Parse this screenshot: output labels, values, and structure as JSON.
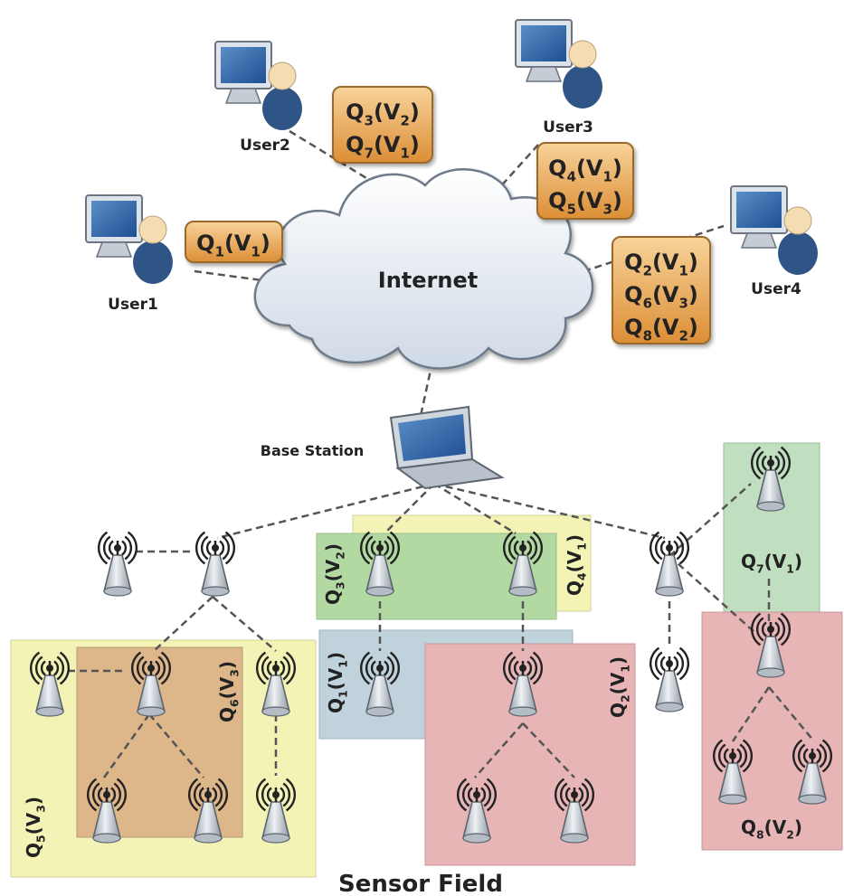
{
  "users": [
    {
      "id": "u1",
      "label": "User1"
    },
    {
      "id": "u2",
      "label": "User2"
    },
    {
      "id": "u3",
      "label": "User3"
    },
    {
      "id": "u4",
      "label": "User4"
    }
  ],
  "internet_label": "Internet",
  "base_station_label": "Base Station",
  "sensor_field_label": "Sensor Field",
  "user_queries": {
    "u1": [
      {
        "q": "1",
        "v": "1"
      }
    ],
    "u2": [
      {
        "q": "3",
        "v": "2"
      },
      {
        "q": "7",
        "v": "1"
      }
    ],
    "u3": [
      {
        "q": "4",
        "v": "1"
      },
      {
        "q": "5",
        "v": "3"
      }
    ],
    "u4": [
      {
        "q": "2",
        "v": "1"
      },
      {
        "q": "6",
        "v": "3"
      },
      {
        "q": "8",
        "v": "2"
      }
    ]
  },
  "regions": [
    {
      "id": "r-q5",
      "q": "5",
      "v": "3",
      "color": "#ecec8a"
    },
    {
      "id": "r-q6",
      "q": "6",
      "v": "3",
      "color": "#c98a44"
    },
    {
      "id": "r-q4",
      "q": "4",
      "v": "1",
      "color": "#ecec8a"
    },
    {
      "id": "r-q3",
      "q": "3",
      "v": "2",
      "color": "#86c26a"
    },
    {
      "id": "r-q1",
      "q": "1",
      "v": "1",
      "color": "#9ab8c8"
    },
    {
      "id": "r-q2",
      "q": "2",
      "v": "1",
      "color": "#d9888a"
    },
    {
      "id": "r-q7",
      "q": "7",
      "v": "1",
      "color": "#9bcc9b"
    },
    {
      "id": "r-q8",
      "q": "8",
      "v": "2",
      "color": "#d9888a"
    }
  ],
  "colors": {
    "query_box_fill": "#e8a24a",
    "cloud_fill": "#e6ecf4",
    "link_stroke": "#555555"
  }
}
